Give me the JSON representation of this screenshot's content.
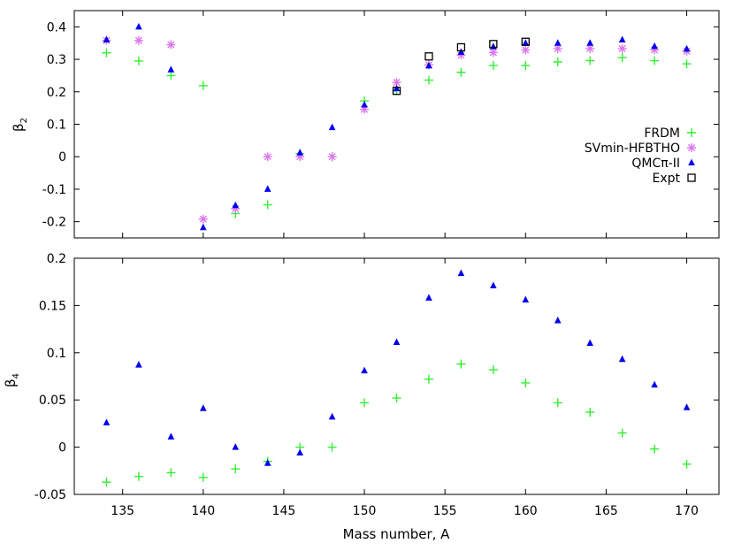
{
  "chart_data": [
    {
      "type": "scatter",
      "ylabel_main": "β",
      "ylabel_sub": "2",
      "xlim": [
        132,
        172
      ],
      "ylim": [
        -0.25,
        0.45
      ],
      "yticks": [
        0.4,
        0.3,
        0.2,
        0.1,
        0,
        -0.1,
        -0.2
      ],
      "ytick_labels": [
        "0.4",
        "0.3",
        "0.2",
        "0.1",
        "0",
        "-0.1",
        "-0.2"
      ],
      "grid": false,
      "legend_position": "right",
      "series": [
        {
          "name": "FRDM",
          "marker": "plus",
          "color": "#33ee33",
          "x": [
            134,
            136,
            138,
            140,
            142,
            144,
            146,
            148,
            150,
            152,
            154,
            156,
            158,
            160,
            162,
            164,
            166,
            168,
            170
          ],
          "y": [
            0.32,
            0.295,
            0.25,
            0.219,
            -0.175,
            -0.148,
            0.01,
            0.0,
            0.172,
            0.203,
            0.236,
            0.26,
            0.281,
            0.281,
            0.292,
            0.296,
            0.305,
            0.296,
            0.286
          ]
        },
        {
          "name": "SVmin-HFBTHO",
          "marker": "asterisk",
          "color": "#dd77ee",
          "x": [
            134,
            136,
            138,
            140,
            142,
            144,
            146,
            148,
            150,
            152,
            154,
            156,
            158,
            160,
            162,
            164,
            166,
            168,
            170
          ],
          "y": [
            0.358,
            0.358,
            0.345,
            -0.192,
            -0.16,
            0.0,
            0.0,
            0.0,
            0.146,
            0.229,
            0.283,
            0.313,
            0.321,
            0.329,
            0.333,
            0.333,
            0.333,
            0.329,
            0.325
          ]
        },
        {
          "name": "QMCπ-II",
          "marker": "triangle",
          "color": "#0000ee",
          "x": [
            134,
            136,
            138,
            140,
            142,
            144,
            146,
            148,
            150,
            152,
            154,
            156,
            158,
            160,
            162,
            164,
            166,
            168,
            170
          ],
          "y": [
            0.36,
            0.4,
            0.268,
            -0.218,
            -0.15,
            -0.1,
            0.012,
            0.09,
            0.16,
            0.21,
            0.28,
            0.322,
            0.339,
            0.35,
            0.35,
            0.35,
            0.36,
            0.34,
            0.332
          ]
        },
        {
          "name": "Expt",
          "marker": "square",
          "color": "#000000",
          "x": [
            152,
            154,
            156,
            158,
            160
          ],
          "y": [
            0.203,
            0.309,
            0.337,
            0.347,
            0.354
          ]
        }
      ]
    },
    {
      "type": "scatter",
      "xlabel": "Mass number, A",
      "ylabel_main": "β",
      "ylabel_sub": "4",
      "xlim": [
        132,
        172
      ],
      "ylim": [
        -0.05,
        0.2
      ],
      "xticks": [
        135,
        140,
        145,
        150,
        155,
        160,
        165,
        170
      ],
      "xtick_labels": [
        "135",
        "140",
        "145",
        "150",
        "155",
        "160",
        "165",
        "170"
      ],
      "yticks": [
        0.2,
        0.15,
        0.1,
        0.05,
        0,
        -0.05
      ],
      "ytick_labels": [
        "0.2",
        "0.15",
        "0.1",
        "0.05",
        "0",
        "-0.05"
      ],
      "grid": false,
      "series": [
        {
          "marker": "plus",
          "color": "#33ee33",
          "x": [
            134,
            136,
            138,
            140,
            142,
            144,
            146,
            148,
            150,
            152,
            154,
            156,
            158,
            160,
            162,
            164,
            166,
            168,
            170
          ],
          "y": [
            -0.037,
            -0.031,
            -0.027,
            -0.032,
            -0.023,
            -0.015,
            0.0,
            0.0,
            0.047,
            0.052,
            0.072,
            0.088,
            0.082,
            0.068,
            0.047,
            0.037,
            0.015,
            -0.002,
            -0.018
          ]
        },
        {
          "marker": "triangle",
          "color": "#0000ee",
          "x": [
            134,
            136,
            138,
            140,
            142,
            144,
            146,
            148,
            150,
            152,
            154,
            156,
            158,
            160,
            162,
            164,
            166,
            168,
            170
          ],
          "y": [
            0.026,
            0.087,
            0.011,
            0.041,
            0.0,
            -0.017,
            -0.006,
            0.032,
            0.081,
            0.111,
            0.158,
            0.184,
            0.171,
            0.156,
            0.134,
            0.11,
            0.093,
            0.066,
            0.042
          ]
        }
      ]
    }
  ]
}
